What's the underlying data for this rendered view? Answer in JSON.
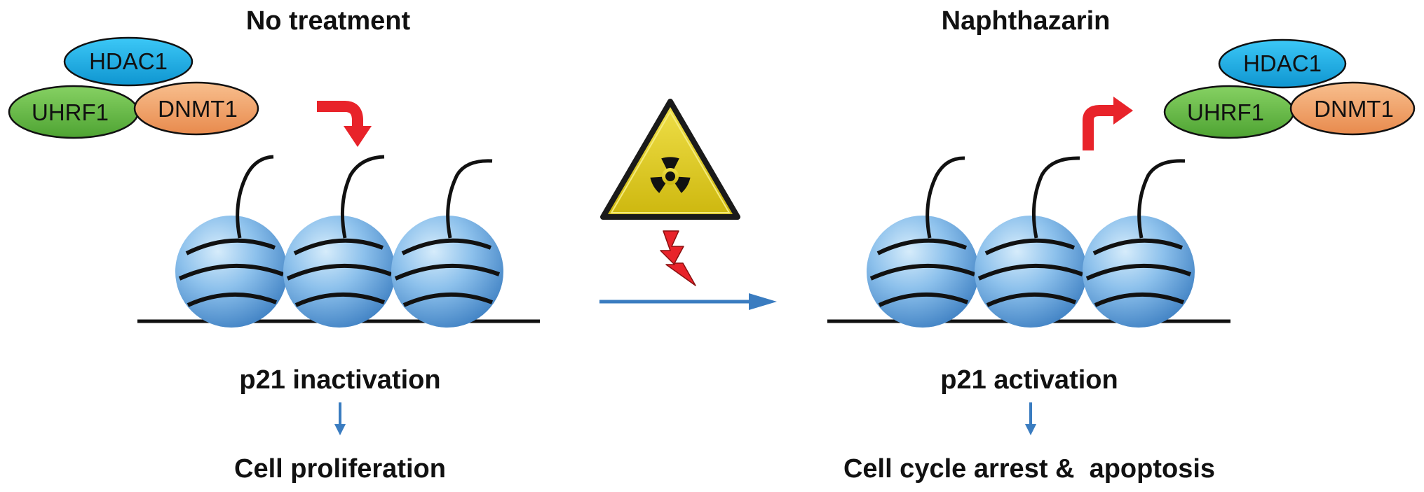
{
  "left_panel": {
    "heading": "No treatment",
    "complex": {
      "top": "HDAC1",
      "left": "UHRF1",
      "right": "DNMT1"
    },
    "state": "p21 inactivation",
    "outcome": "Cell proliferation"
  },
  "right_panel": {
    "heading": "Naphthazarin",
    "complex": {
      "top": "HDAC1",
      "left": "UHRF1",
      "right": "DNMT1"
    },
    "state": "p21 activation",
    "outcome": "Cell cycle arrest &  apoptosis"
  },
  "colors": {
    "hdac1": "#1ab0e8",
    "uhrf1": "#6abf4b",
    "dnmt1": "#f2a36b",
    "nucleosome": "#7ab4e6",
    "red_arrow": "#e8232a",
    "process_arrow": "#3a7cc0",
    "warning_fill": "#e6d21a"
  },
  "icons": {
    "warning": "radiation-warning-icon",
    "lightning": "lightning-bolt-icon"
  }
}
